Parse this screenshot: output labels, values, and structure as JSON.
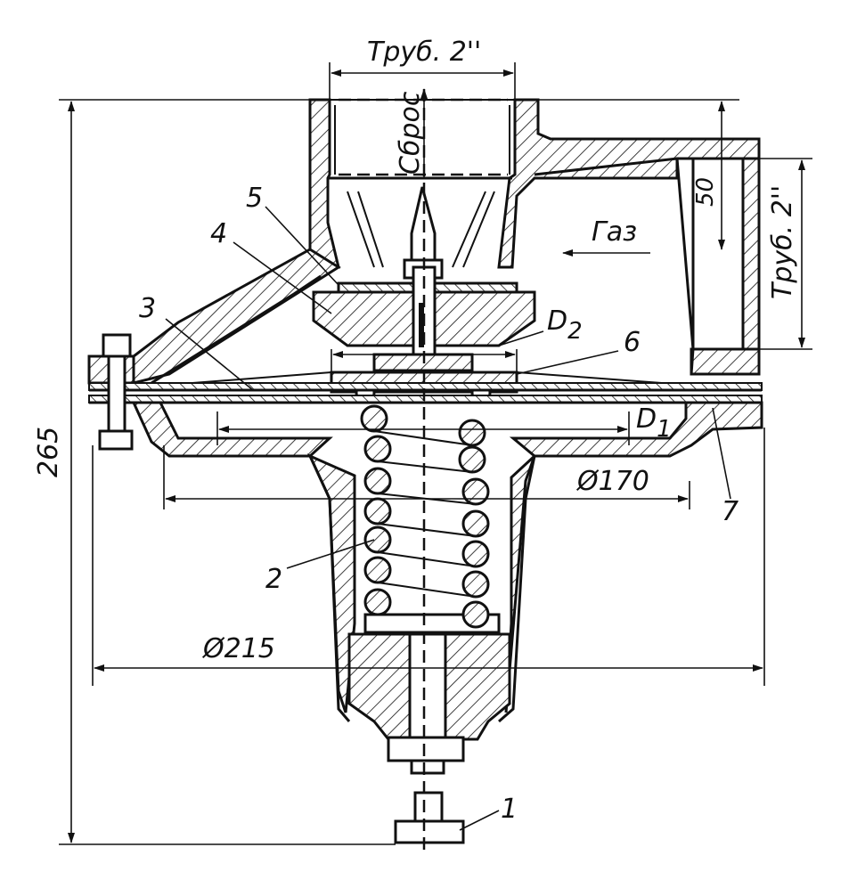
{
  "labels": {
    "pipe_top": "Труб. 2''",
    "pipe_right": "Труб. 2''",
    "discharge": "Сброс",
    "gas": "Газ",
    "dim_50": "50",
    "dim_265": "265",
    "dim_170": "Ø170",
    "dim_215": "Ø215",
    "d1_main": "D",
    "d1_sub": "1",
    "d2_main": "D",
    "d2_sub": "2"
  },
  "part_numbers": {
    "p1": "1",
    "p2": "2",
    "p3": "3",
    "p4": "4",
    "p5": "5",
    "p6": "6",
    "p7": "7"
  }
}
